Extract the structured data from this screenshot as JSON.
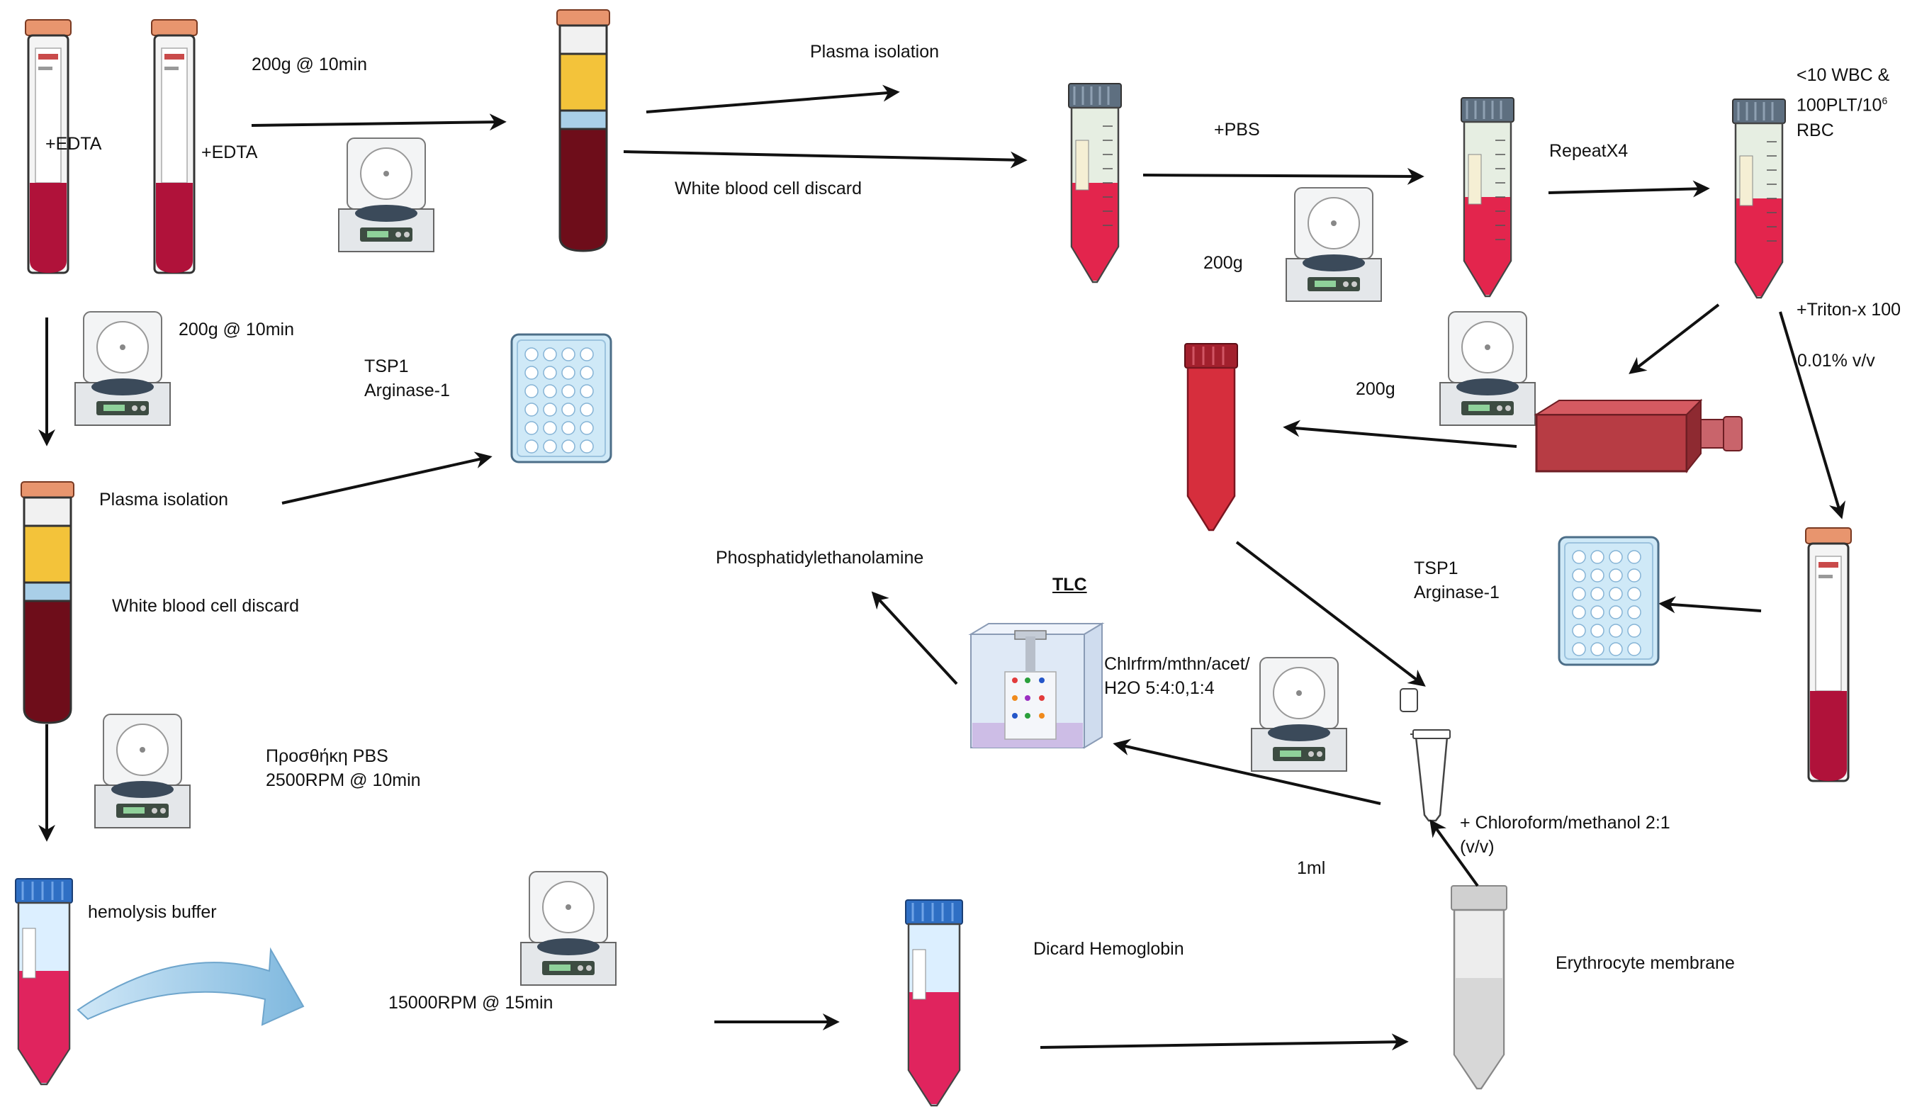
{
  "labels": {
    "spin1": "200g @ 10min",
    "edta1": "+EDTA",
    "edta2": "+EDTA",
    "plasma_top": "Plasma isolation",
    "wbc_top": "White blood cell discard",
    "pbs": "+PBS",
    "g200_a": "200g",
    "repeat": "RepeatX4",
    "wbc_limit_1": "<10 WBC &",
    "wbc_limit_2": "100PLT/10",
    "wbc_limit_sup": "6",
    "wbc_limit_3": "RBC",
    "triton": "+Triton-x 100",
    "triton_conc": "0.01% v/v",
    "spin2": "200g @ 10min",
    "tsp1_a": "TSP1\nArginase-1",
    "plasma_left": "Plasma isolation",
    "wbc_left": "White blood cell discard",
    "g200_b": "200g",
    "pe": "Phosphatidylethanolamine",
    "tlc": "TLC",
    "solvent": "Chlrfrm/mthn/acet/\nH2O 5:4:0,1:4",
    "tsp1_b": "TSP1\nArginase-1",
    "pbs_greek": "Προσθήκη PBS\n2500RPM @ 10min",
    "hemolysis": "hemolysis buffer",
    "spin3": "15000RPM @ 15min",
    "discard_hb": "Dicard Hemoglobin",
    "chloroform": "+ Chloroform/methanol 2:1\n(v/v)",
    "one_ml": "1ml",
    "erythro": "Erythrocyte membrane"
  },
  "colors": {
    "blood": "#c0143c",
    "dark_blood": "#6e0d1a",
    "plasma": "#f3c33a",
    "buffy": "#a9cfe8",
    "cap_orange": "#e8956e",
    "cap_blue": "#2f6fc4",
    "cap_grey": "#5e6f80",
    "arrow": "#111111",
    "flask": "#b73c44",
    "plate": "#cfe9f7",
    "tlc_tank": "#dfe9f6"
  }
}
